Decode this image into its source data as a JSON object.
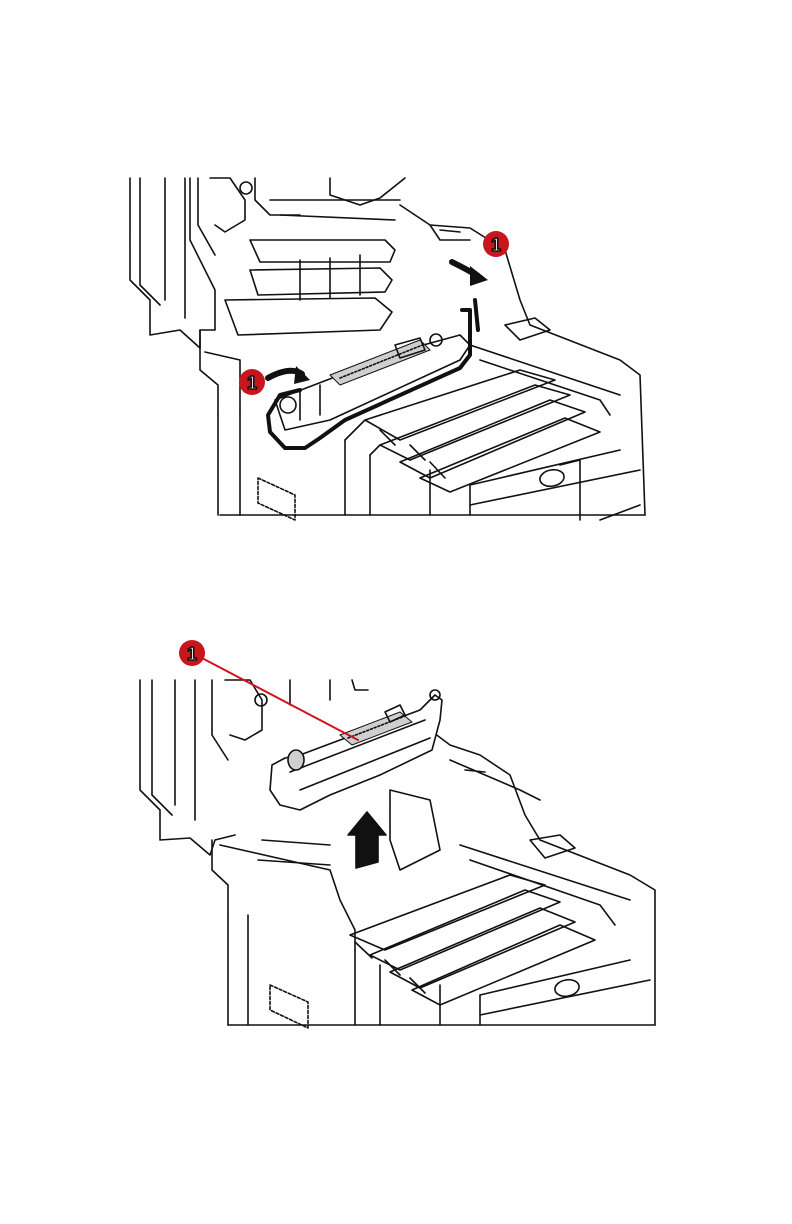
{
  "figures": [
    {
      "callouts": [
        {
          "label": "1"
        },
        {
          "label": "1"
        }
      ]
    },
    {
      "callouts": [
        {
          "label": "1"
        }
      ]
    }
  ],
  "colors": {
    "line": "#111111",
    "callout": "#c8161d",
    "leader": "#d0141c",
    "shade": "#9a9a9a"
  }
}
